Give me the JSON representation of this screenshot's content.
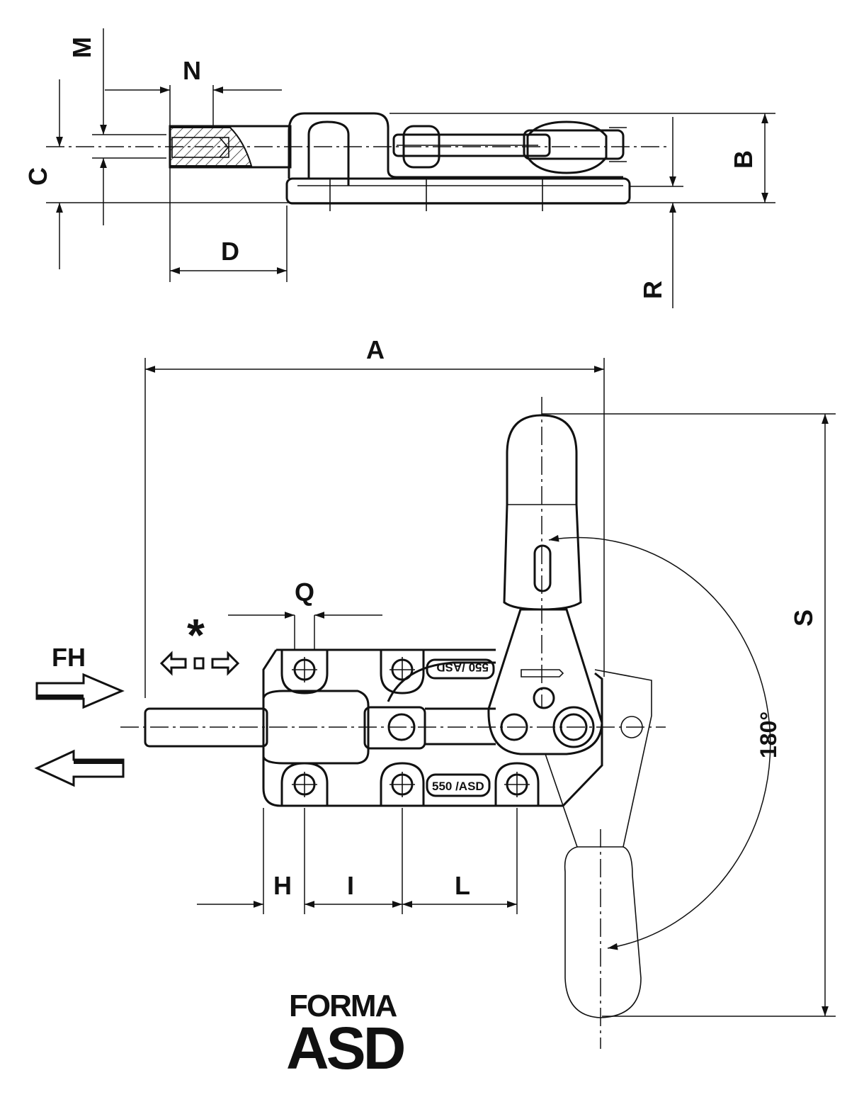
{
  "drawing": {
    "dimension_labels": {
      "A": "A",
      "B": "B",
      "C": "C",
      "D": "D",
      "H": "H",
      "I": "I",
      "L": "L",
      "M": "M",
      "N": "N",
      "Q": "Q",
      "R": "R",
      "S": "S"
    },
    "force_label": "FH",
    "angle_label": "180°",
    "note_symbol": "*",
    "model_plate": "550 /ASD",
    "model_plate_mirrored": "550 /ASD"
  },
  "logo": {
    "line1": "FORMA",
    "line2": "ASD"
  }
}
